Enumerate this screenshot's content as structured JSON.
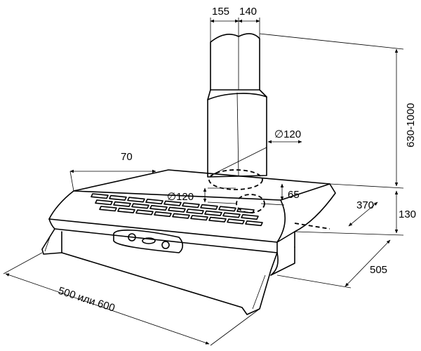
{
  "dimensions": {
    "chimney_front_width": "155",
    "chimney_side_width": "140",
    "chimney_height_range": "630-1000",
    "outlet_diameter_top": "∅120",
    "outlet_diameter_side": "∅120",
    "rear_offset": "70",
    "outlet_offset": "65",
    "hood_depth_top": "370",
    "hood_height": "130",
    "hood_depth_bottom": "505",
    "hood_width": "500 или  600"
  }
}
